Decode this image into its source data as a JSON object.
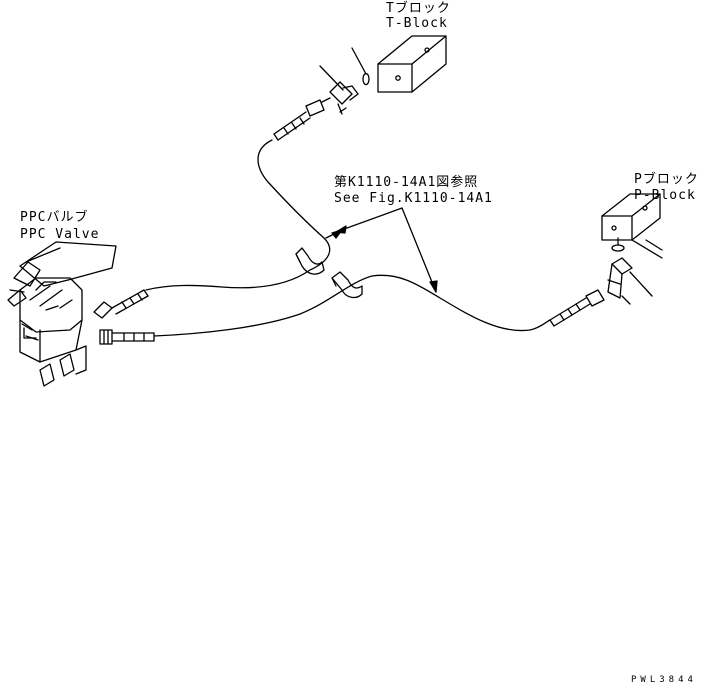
{
  "labels": {
    "t_block_jp": "Tブロック",
    "t_block_en": "T-Block",
    "ppc_valve_jp": "PPCバルブ",
    "ppc_valve_en": "PPC Valve",
    "reference_jp": "第K1110-14A1図参照",
    "reference_en": "See Fig.K1110-14A1",
    "p_block_jp": "Pブロック",
    "p_block_en": "P-Block"
  },
  "drawing_code": "PWL3844"
}
